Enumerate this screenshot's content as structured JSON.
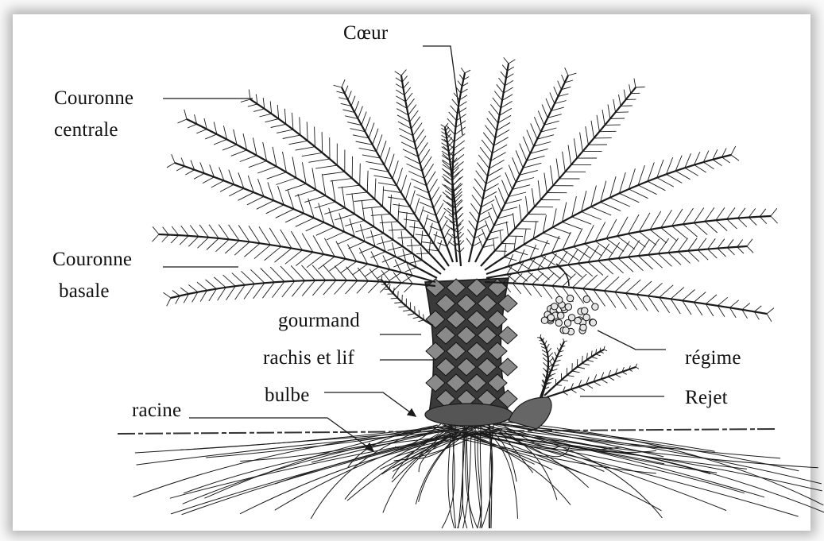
{
  "figure": {
    "labels": {
      "coeur": "Cœur",
      "couronne_centrale_l1": "Couronne",
      "couronne_centrale_l2": "centrale",
      "couronne_basale_l1": "Couronne",
      "couronne_basale_l2": "basale",
      "gourmand": "gourmand",
      "rachis_lif": "rachis et lif",
      "bulbe": "bulbe",
      "racine": "racine",
      "regime": "régime",
      "rejet": "Rejet"
    },
    "colors": {
      "ink": "#1a1a1a",
      "frame_shadow": "#7a7a7a"
    }
  }
}
